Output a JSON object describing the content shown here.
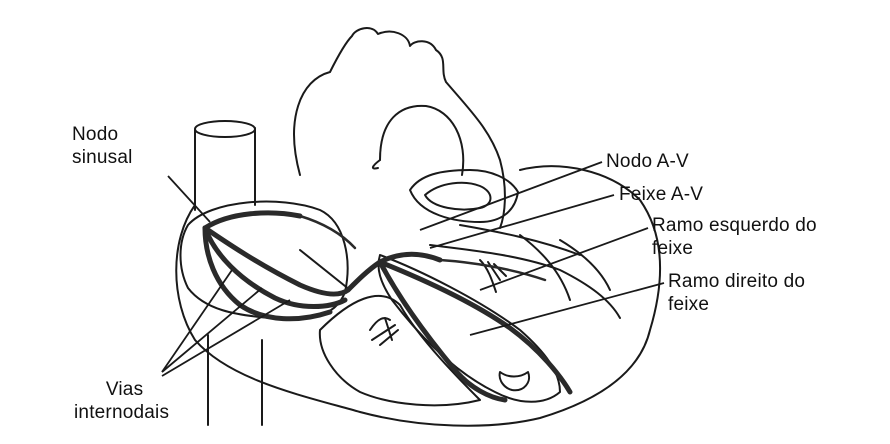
{
  "labels": {
    "nodo_sinusal": [
      "Nodo",
      "sinusal"
    ],
    "nodo_av": "Nodo A-V",
    "feixe_av": "Feixe A-V",
    "ramo_esquerdo": [
      "Ramo esquerdo do",
      "feixe"
    ],
    "ramo_direito": [
      "Ramo direito do",
      "feixe"
    ],
    "vias_internodais": [
      "Vias",
      "internodais"
    ]
  },
  "colors": {
    "line": "#1a1a1a",
    "conduction": "#2a2a2a",
    "fill": "#ffffff"
  }
}
